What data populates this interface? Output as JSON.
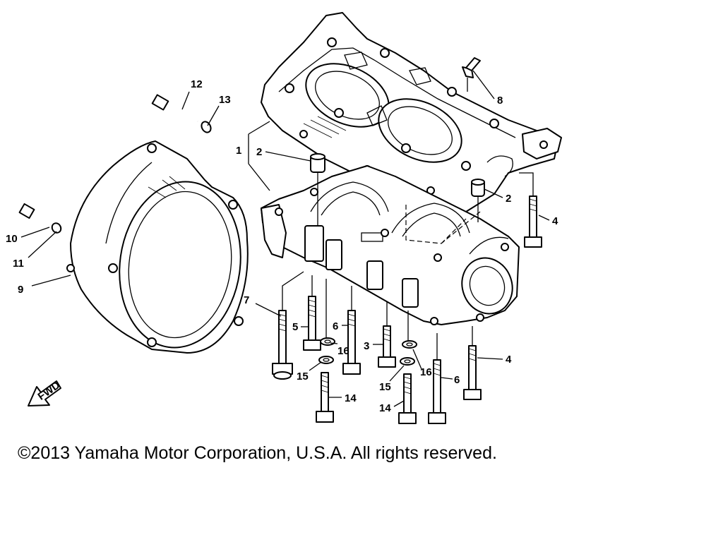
{
  "callouts": {
    "c1": "1",
    "c2a": "2",
    "c2b": "2",
    "c3": "3",
    "c4a": "4",
    "c4b": "4",
    "c5": "5",
    "c6a": "6",
    "c6b": "6",
    "c7": "7",
    "c8": "8",
    "c9": "9",
    "c10": "10",
    "c11": "11",
    "c12": "12",
    "c13": "13",
    "c14a": "14",
    "c14b": "14",
    "c15a": "15",
    "c15b": "15",
    "c16a": "16",
    "c16b": "16"
  },
  "fwd_label": "FWD",
  "copyright": "©2013 Yamaha Motor Corporation, U.S.A. All rights reserved."
}
